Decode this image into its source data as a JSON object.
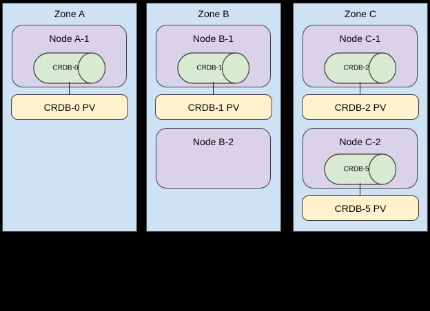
{
  "diagram": {
    "background_color": "#000000",
    "zone_fill": "#cfe2f3",
    "node_fill": "#d9d2e9",
    "pod_fill": "#d9ead3",
    "pv_fill": "#fff2cc",
    "border_color": "#3c3c3c",
    "zones": [
      {
        "label": "Zone A",
        "nodes": [
          {
            "label": "Node A-1",
            "pod": "CRDB-0",
            "pv": "CRDB-0 PV"
          }
        ]
      },
      {
        "label": "Zone B",
        "nodes": [
          {
            "label": "Node B-1",
            "pod": "CRDB-1",
            "pv": "CRDB-1 PV"
          },
          {
            "label": "Node B-2"
          }
        ]
      },
      {
        "label": "Zone C",
        "nodes": [
          {
            "label": "Node C-1",
            "pod": "CRDB-2",
            "pv": "CRDB-2 PV"
          },
          {
            "label": "Node C-2",
            "pod": "CRDB-5",
            "pv": "CRDB-5 PV"
          }
        ]
      }
    ]
  }
}
